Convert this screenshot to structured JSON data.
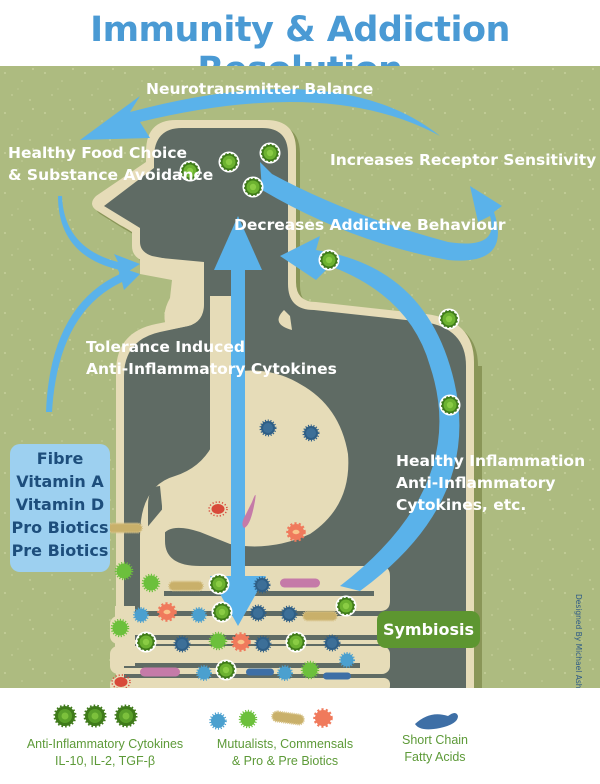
{
  "title": "Immunity & Addiction Resolution",
  "labels": {
    "neurotransmitter": "Neurotransmitter Balance",
    "food_choice_line1": "Healthy Food Choice",
    "food_choice_line2": "& Substance Avoidance",
    "receptor": "Increases Receptor Sensitivity",
    "addictive": "Decreases Addictive Behaviour",
    "tolerance_line1": "Tolerance Induced",
    "tolerance_line2": "Anti-Inflammatory Cytokines",
    "healthy_infl_line1": "Healthy Inflammation",
    "healthy_infl_line2": "Anti-Inflammatory",
    "healthy_infl_line3": "Cytokines, etc."
  },
  "nutrients": [
    "Fibre",
    "Vitamin A",
    "Vitamin D",
    "Pro Biotics",
    "Pre Biotics"
  ],
  "symbiosis_label": "Symbiosis",
  "credit": "Designed By Michael Ash and Michael Ward",
  "legend": [
    {
      "icon": "cytokine-icon",
      "line1": "Anti-Inflammatory Cytokines",
      "line2": "IL-10, IL-2, TGF-β"
    },
    {
      "icon": "microbe-icon",
      "line1": "Mutualists, Commensals",
      "line2": "& Pro & Pre Biotics"
    },
    {
      "icon": "short-chain-fatty-acid-icon",
      "line1": "Short Chain",
      "line2": "Fatty Acids"
    }
  ],
  "colors": {
    "title": "#4a9ad4",
    "background": "#adbb80",
    "body_dark": "#5f6b64",
    "body_outline": "#e6dcb8",
    "arrow": "#5ab2ea",
    "cytokine": "#5aa02a",
    "nutrient_box": "#9dd0f0",
    "nutrient_text": "#1d4e7c",
    "symbiosis": "#5d9630",
    "legend_text": "#5d9a38"
  }
}
